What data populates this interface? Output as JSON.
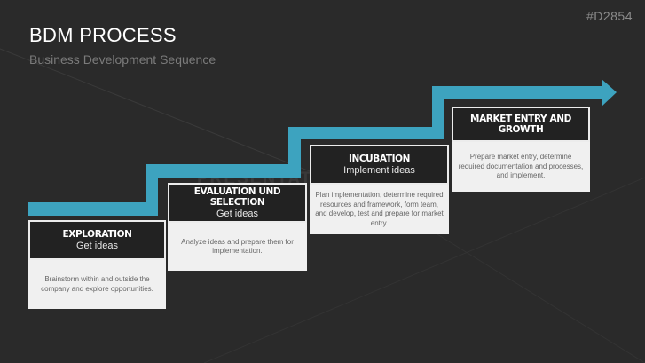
{
  "header": {
    "title": "BDM PROCESS",
    "subtitle": "Business Development Sequence",
    "code": "#D2854"
  },
  "watermark": "PRESENTATIONLOAD",
  "colors": {
    "background": "#2a2a2a",
    "arrow": "#3da3bf",
    "box_body": "#f0f0f0",
    "box_head": "#222222"
  },
  "steps": [
    {
      "title": "EXPLORATION",
      "subtitle": "Get ideas",
      "description": "Brainstorm within and outside the company and explore opportunities."
    },
    {
      "title": "EVALUATION UND SELECTION",
      "subtitle": "Get ideas",
      "description": "Analyze ideas and prepare them for implementation."
    },
    {
      "title": "INCUBATION",
      "subtitle": "Implement ideas",
      "description": "Plan implementation, determine required resources and framework, form team, and develop, test and prepare for market entry."
    },
    {
      "title": "MARKET ENTRY AND GROWTH",
      "subtitle": "",
      "description": "Prepare market entry, determine required documentation and processes, and implement."
    }
  ]
}
